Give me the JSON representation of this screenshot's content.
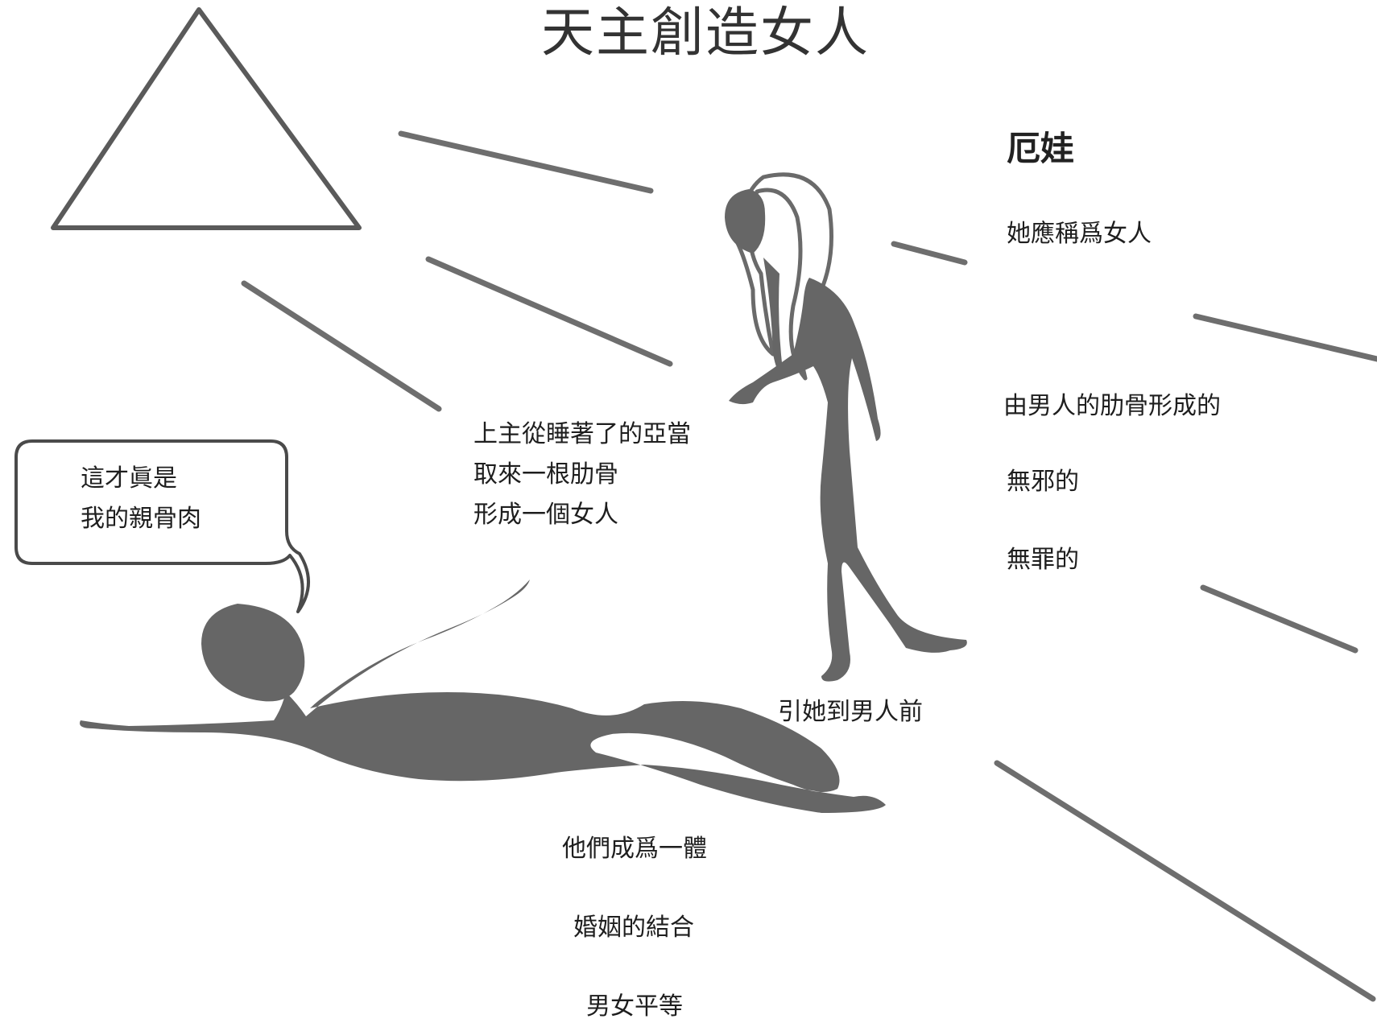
{
  "title": "天主創造女人",
  "name_label": "厄娃",
  "labels": {
    "called_woman": "她應稱爲女人",
    "formed_from_rib": "由男人的肋骨形成的",
    "innocent": "無邪的",
    "sinless": "無罪的",
    "brought_to_man": "引她到男人前",
    "one_body": "他們成爲一體",
    "marriage_union": "婚姻的結合",
    "equality": "男女平等"
  },
  "speech_bubble": [
    "這才眞是",
    "我的親骨肉"
  ],
  "narration": [
    "上主從睡著了的亞當",
    "取來一根肋骨",
    "形成一個女人"
  ],
  "colors": {
    "figure": "#666666",
    "line": "#6e6e6e",
    "outline": "#555555"
  }
}
